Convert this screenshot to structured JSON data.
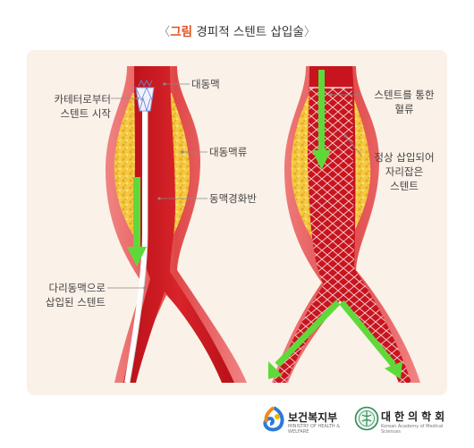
{
  "title": {
    "open": "〈",
    "prefix": "그림",
    "text": "경피적 스텐트 삽입술",
    "close": "〉"
  },
  "left_labels": {
    "catheter_start_line1": "카테터로부터",
    "catheter_start_line2": "스텐트 시작",
    "aorta": "대동맥",
    "aneurysm": "대동맥류",
    "atherosclerosis": "동맥경화반",
    "iliac_line1": "다리동맥으로",
    "iliac_line2": "삽입된 스텐트"
  },
  "right_labels": {
    "flow_line1": "스텐트를 통한",
    "flow_line2": "혈류",
    "placed_line1": "정상 삽입되어",
    "placed_line2": "자리잡은",
    "placed_line3": "스텐트"
  },
  "logos": {
    "ministry_name": "보건복지부",
    "ministry_sub": "MINISTRY OF HEALTH & WELFARE",
    "kams_name": "대한의학회",
    "kams_sub": "Korean Academy of Medical Sciences"
  },
  "colors": {
    "vessel_wall": "#e85a5a",
    "blood": "#c8141e",
    "plaque": "#f2c43a",
    "flow_arrow": "#5fd93a",
    "panel_bg": "#faf1e8",
    "title_accent": "#e0501e",
    "stent_wire": "#ffffff"
  }
}
